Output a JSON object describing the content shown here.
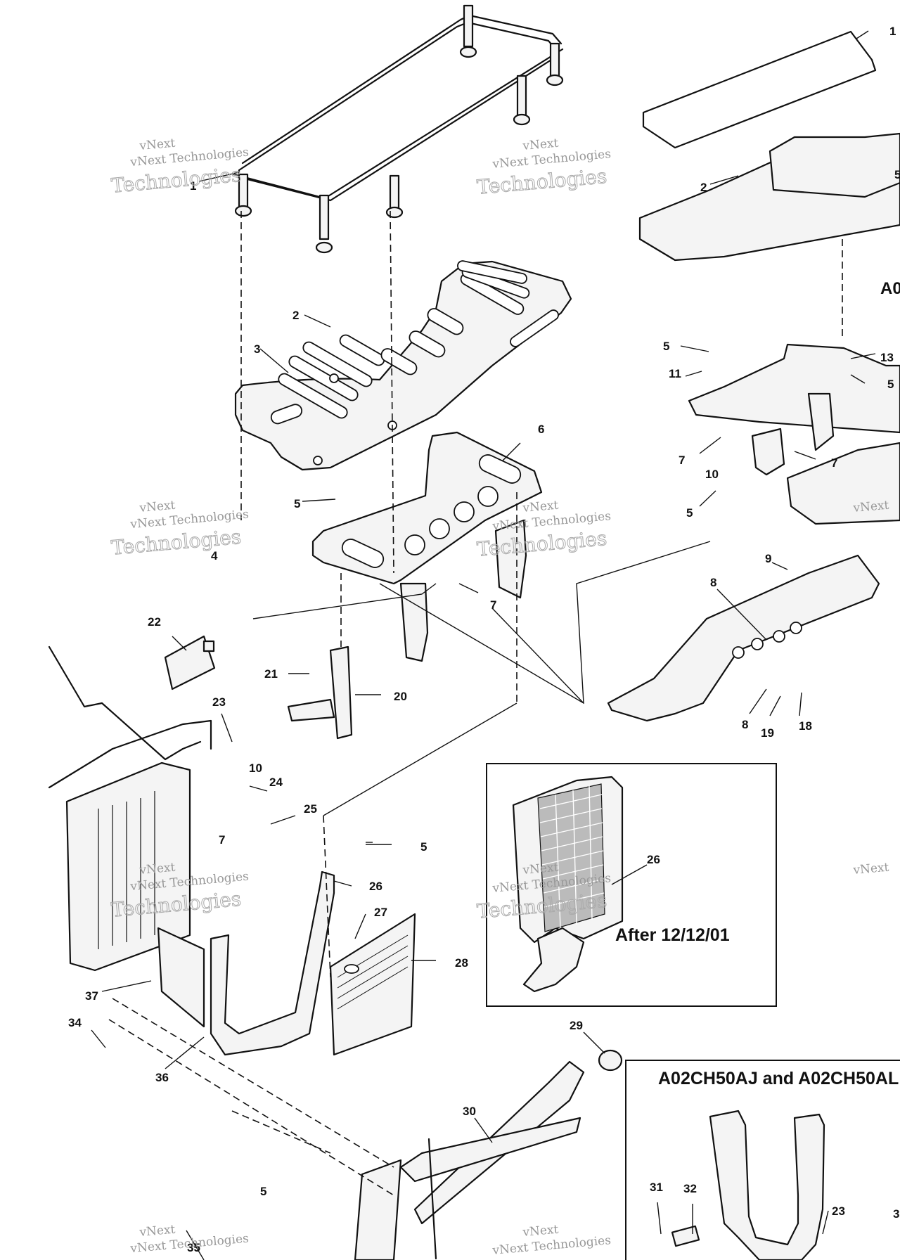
{
  "watermark": {
    "line1": "vNext",
    "line2": "vNext Technologies",
    "line3": "Technologies"
  },
  "callouts": [
    {
      "id": "c1a",
      "label": "1"
    },
    {
      "id": "c1b",
      "label": "1"
    },
    {
      "id": "c2a",
      "label": "2"
    },
    {
      "id": "c2b",
      "label": "2"
    },
    {
      "id": "c3",
      "label": "3"
    },
    {
      "id": "c4",
      "label": "4"
    },
    {
      "id": "c5a",
      "label": "5"
    },
    {
      "id": "c5b",
      "label": "5"
    },
    {
      "id": "c5c",
      "label": "5"
    },
    {
      "id": "c5d",
      "label": "5"
    },
    {
      "id": "c5e",
      "label": "5"
    },
    {
      "id": "c5f",
      "label": "5"
    },
    {
      "id": "c6",
      "label": "6"
    },
    {
      "id": "c7a",
      "label": "7"
    },
    {
      "id": "c7b",
      "label": "7"
    },
    {
      "id": "c7c",
      "label": "7"
    },
    {
      "id": "c7d",
      "label": "7"
    },
    {
      "id": "c8a",
      "label": "8"
    },
    {
      "id": "c8b",
      "label": "8"
    },
    {
      "id": "c9",
      "label": "9"
    },
    {
      "id": "c10a",
      "label": "10"
    },
    {
      "id": "c10b",
      "label": "10"
    },
    {
      "id": "c11",
      "label": "11"
    },
    {
      "id": "c13",
      "label": "13"
    },
    {
      "id": "c18",
      "label": "18"
    },
    {
      "id": "c19",
      "label": "19"
    },
    {
      "id": "c20",
      "label": "20"
    },
    {
      "id": "c21",
      "label": "21"
    },
    {
      "id": "c22",
      "label": "22"
    },
    {
      "id": "c23a",
      "label": "23"
    },
    {
      "id": "c23b",
      "label": "23"
    },
    {
      "id": "c24",
      "label": "24"
    },
    {
      "id": "c25",
      "label": "25"
    },
    {
      "id": "c26a",
      "label": "26"
    },
    {
      "id": "c26b",
      "label": "26"
    },
    {
      "id": "c27",
      "label": "27"
    },
    {
      "id": "c28",
      "label": "28"
    },
    {
      "id": "c29",
      "label": "29"
    },
    {
      "id": "c30",
      "label": "30"
    },
    {
      "id": "c31",
      "label": "31"
    },
    {
      "id": "c32",
      "label": "32"
    },
    {
      "id": "c34",
      "label": "34"
    },
    {
      "id": "c35",
      "label": "35"
    },
    {
      "id": "c36",
      "label": "36"
    },
    {
      "id": "c37",
      "label": "37"
    },
    {
      "id": "c3cut",
      "label": "3"
    },
    {
      "id": "c5cut",
      "label": "5"
    }
  ],
  "insets": {
    "after_date": "After 12/12/01",
    "models": "A02CH50AJ and A02CH50AL",
    "cropped_label": "A0"
  }
}
